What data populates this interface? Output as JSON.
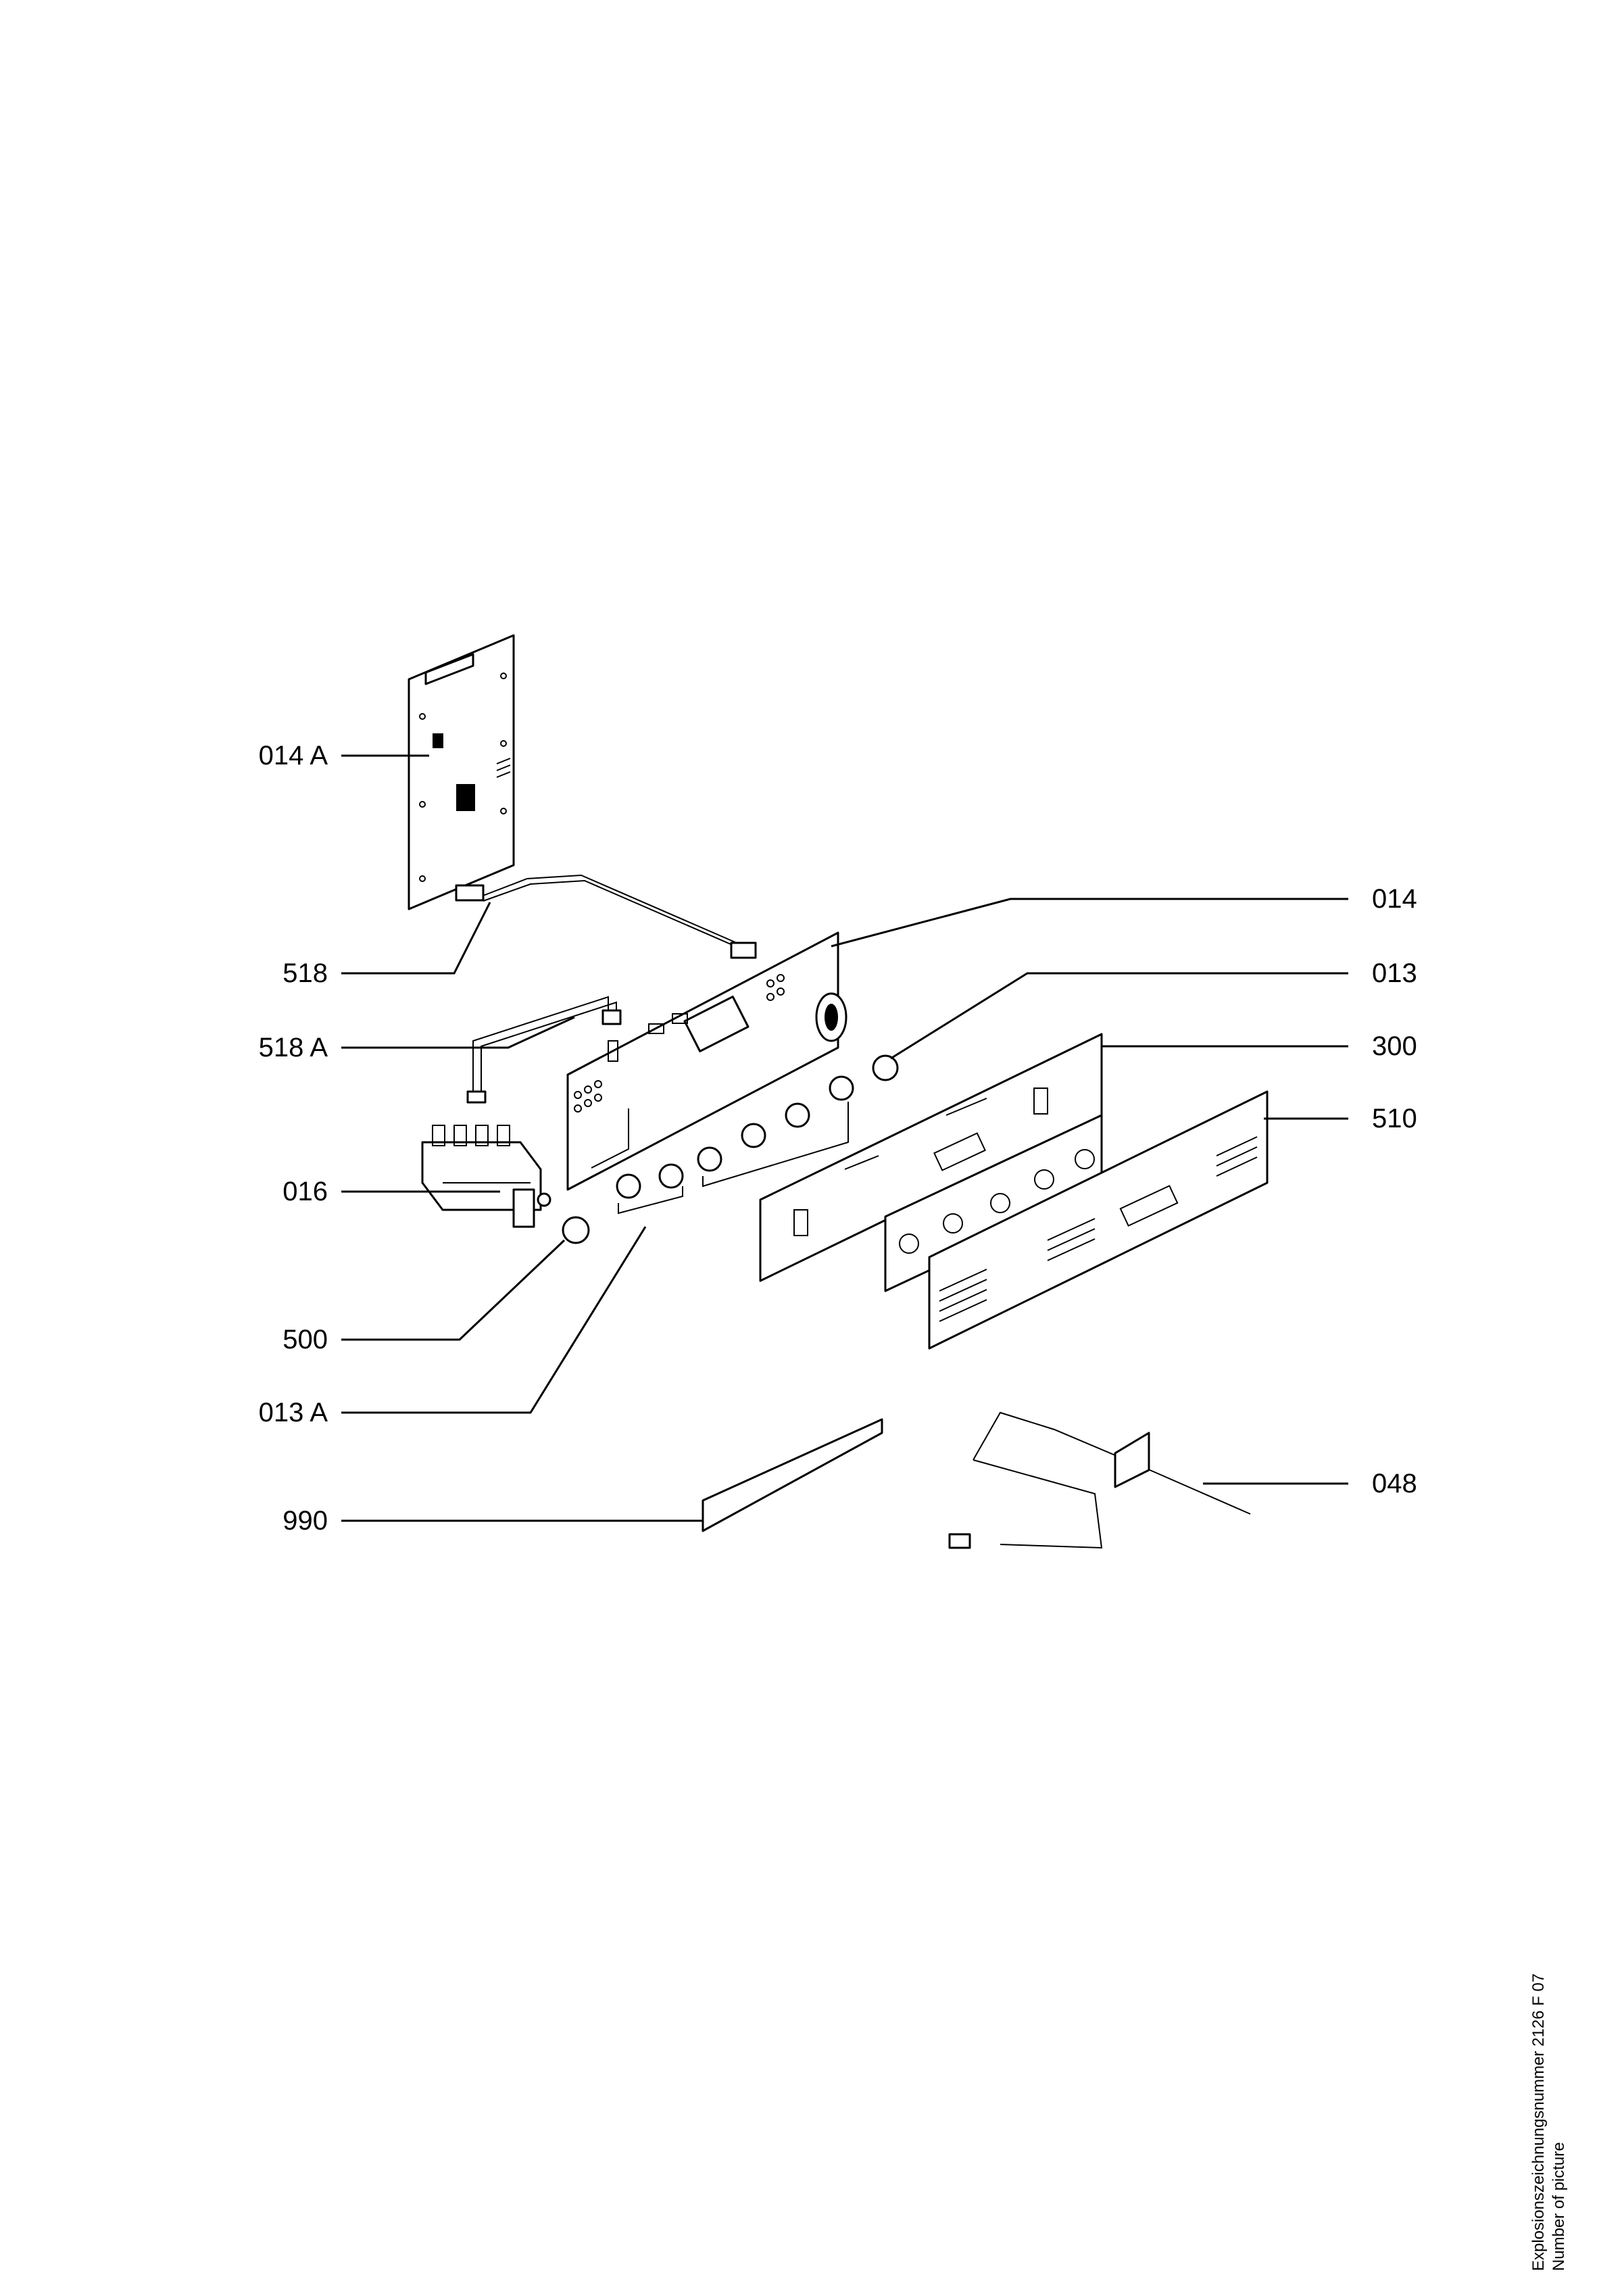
{
  "labels": {
    "p014a": "014 A",
    "p518": "518",
    "p518a": "518 A",
    "p016": "016",
    "p500": "500",
    "p013a": "013 A",
    "p990": "990",
    "p014": "014",
    "p013": "013",
    "p300": "300",
    "p510": "510",
    "p048": "048"
  },
  "footer": {
    "line1": "Explosionszeichnungsnummer 2126 F 07",
    "line2": "Number of picture"
  }
}
